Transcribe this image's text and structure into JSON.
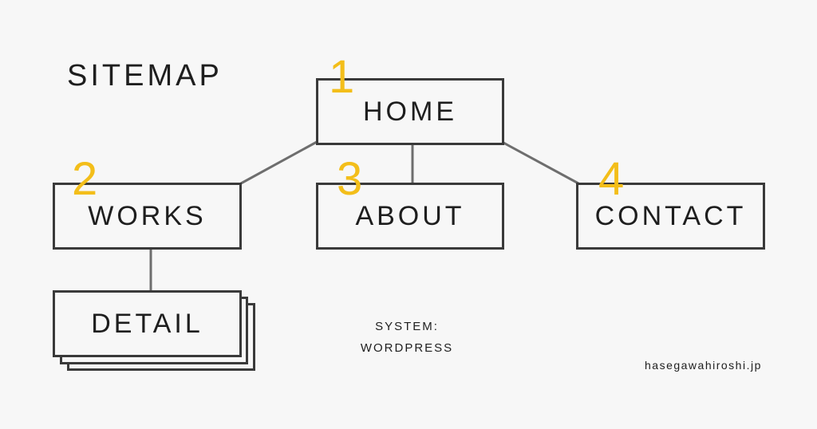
{
  "title": "SITEMAP",
  "nodes": {
    "home": {
      "label": "HOME",
      "number": "1"
    },
    "works": {
      "label": "WORKS",
      "number": "2"
    },
    "about": {
      "label": "ABOUT",
      "number": "3"
    },
    "contact": {
      "label": "CONTACT",
      "number": "4"
    },
    "detail": {
      "label": "DETAIL"
    }
  },
  "system": {
    "line1": "SYSTEM:",
    "line2": "WORDPRESS"
  },
  "credit": "hasegawahiroshi.jp",
  "colors": {
    "accent": "#f3be1a",
    "box_border": "#3a3a3a",
    "connector": "#6e6e6e",
    "background": "#f7f7f7"
  }
}
